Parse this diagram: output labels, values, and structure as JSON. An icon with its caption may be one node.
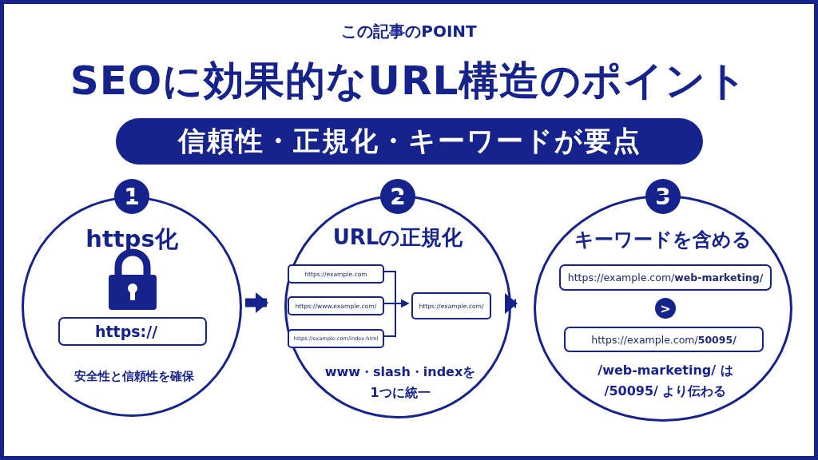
{
  "diagram": {
    "title": "SEOに効果的なURL構造のポイント",
    "nodes": [
      {
        "text": [
          "信頼性・正規化・キーワードが要点"
        ]
      },
      {
        "text": [
          "1"
        ]
      },
      {
        "text": [
          "https化",
          "安全性と信頼性を確保"
        ]
      },
      {
        "text": [
          "https://"
        ],
        "in": 2
      },
      {
        "text": [
          "2"
        ]
      },
      {
        "text": [
          "URLの正規化",
          "www・slash・indexを 1つに統一"
        ]
      },
      {
        "text": [
          "https://example.com"
        ],
        "in": 5
      },
      {
        "text": [
          "https://www.example.com/"
        ],
        "in": 5
      },
      {
        "text": [
          "https://example.com/index.html"
        ],
        "in": 5
      },
      {
        "text": [
          "https://example.com/"
        ],
        "in": 5
      },
      {
        "text": [
          "3"
        ]
      },
      {
        "text": [
          "キーワードを含める",
          "/web-marketing/ は /50095/ より伝わる"
        ]
      },
      {
        "text": [
          "https://example.com/**web-marketing/**"
        ],
        "in": 11
      },
      {
        "text": [
          ">"
        ],
        "in": 11
      },
      {
        "text": [
          "https://example.com/**50095/**"
        ],
        "in": 11
      }
    ],
    "edges": [
      {
        "from": 6,
        "to": 9,
        "arrow": "to"
      },
      {
        "from": 7,
        "to": 9,
        "arrow": "to"
      },
      {
        "from": 8,
        "to": 9,
        "arrow": "to"
      },
      {
        "from": 2,
        "to": 5,
        "arrow": "to",
        "style": "thick"
      },
      {
        "from": 5,
        "to": 11,
        "arrow": "to",
        "style": "thick"
      }
    ],
    "labels": [
      "この記事のPOINT"
    ]
  }
}
